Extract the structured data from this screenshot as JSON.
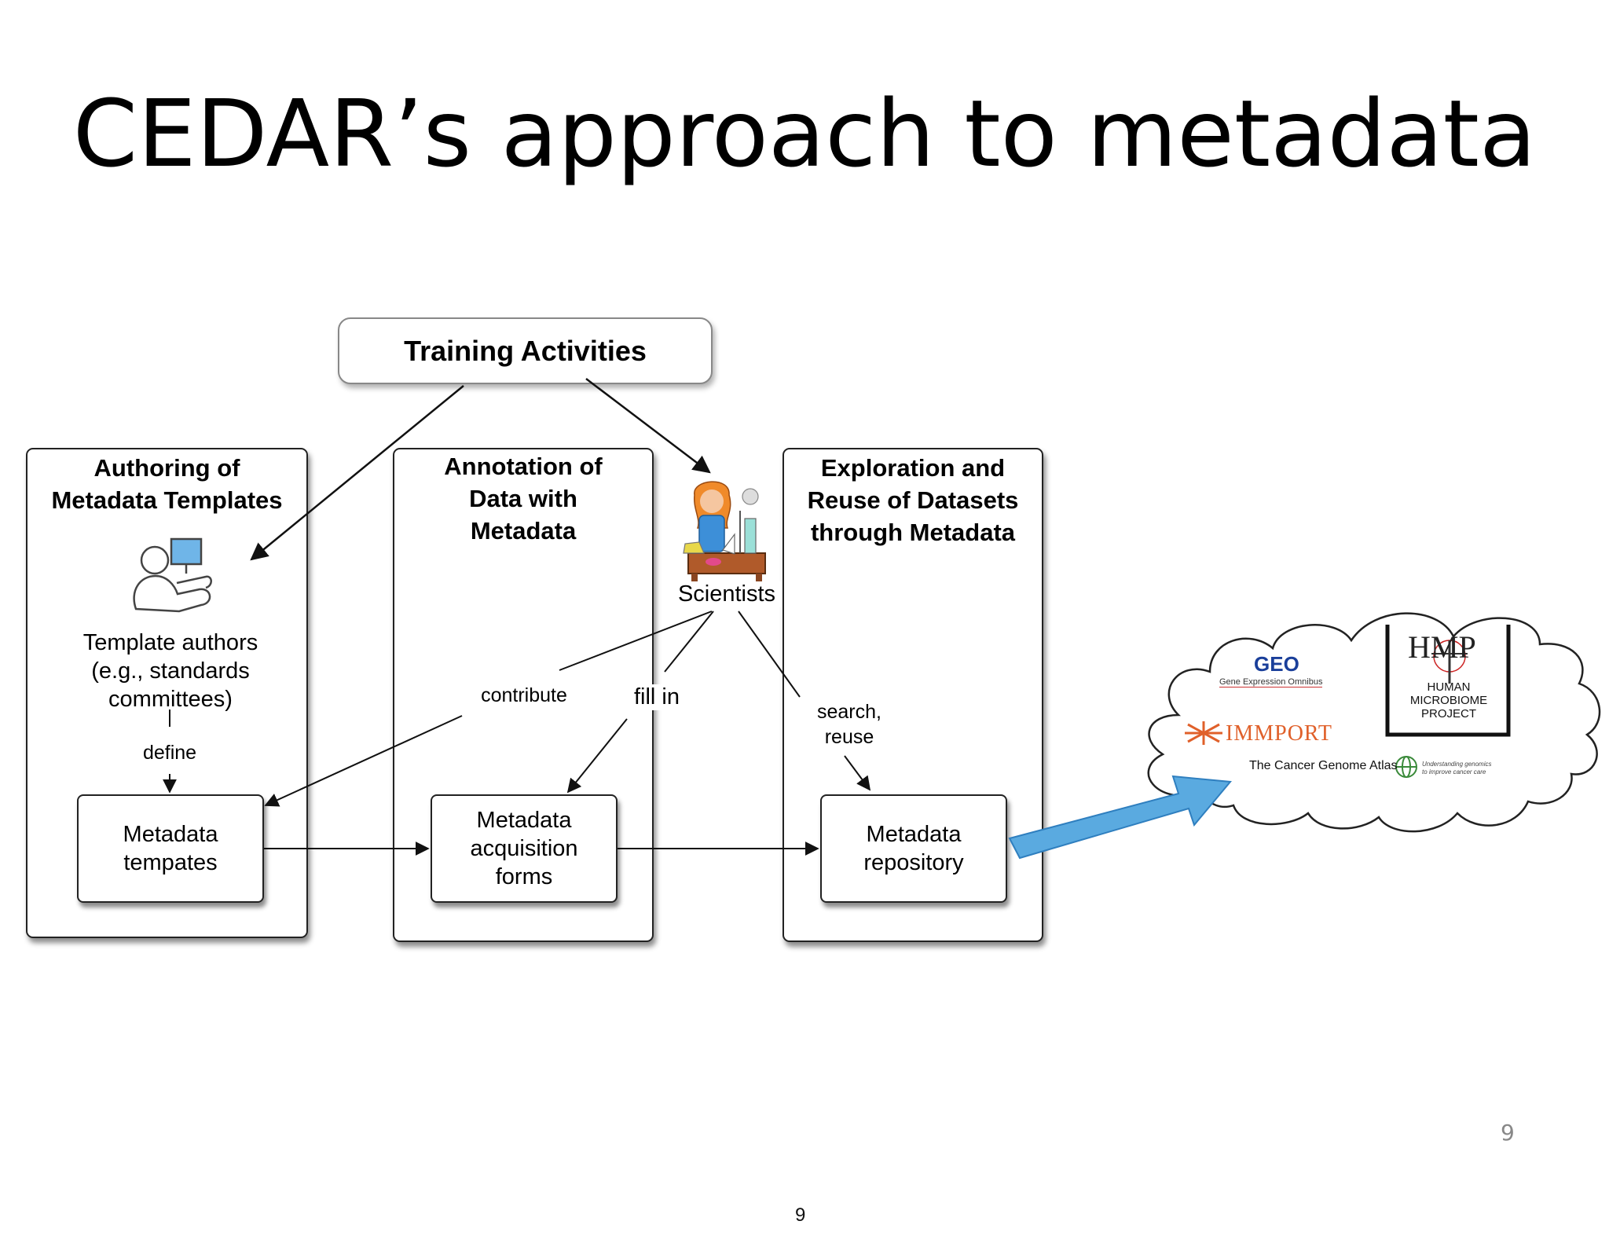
{
  "slide": {
    "title": "CEDAR’s approach to metadata",
    "page_number_right": "9",
    "page_number_bottom": "9"
  },
  "diagram": {
    "training_box": "Training Activities",
    "panels": {
      "authoring": "Authoring of\nMetadata Templates",
      "annotation": "Annotation of\nData with\nMetadata",
      "exploration": "Exploration and\nReuse of Datasets\nthrough Metadata"
    },
    "actors": {
      "template_authors": "Template authors\n(e.g., standards\ncommittees)",
      "scientists": "Scientists"
    },
    "edge_labels": {
      "define": "define",
      "contribute": "contribute",
      "fill_in": "fill in",
      "search_reuse": "search,\nreuse"
    },
    "boxes": {
      "templates": "Metadata\ntempates",
      "forms": "Metadata\nacquisition\nforms",
      "repository": "Metadata\nrepository"
    },
    "repositories": {
      "geo_name": "GEO",
      "geo_subtitle": "Gene Expression Omnibus",
      "hmp_name": "HMP",
      "hmp_subtitle": "HUMAN\nMICROBIOME\nPROJECT",
      "immport": "IMMPORT",
      "tcga": "The Cancer Genome Atlas",
      "tcga_tagline": "Understanding genomics\nto improve cancer care"
    },
    "colors": {
      "arrow_fill": "#5aaae0",
      "arrow_stroke": "#2f7fbf"
    }
  }
}
